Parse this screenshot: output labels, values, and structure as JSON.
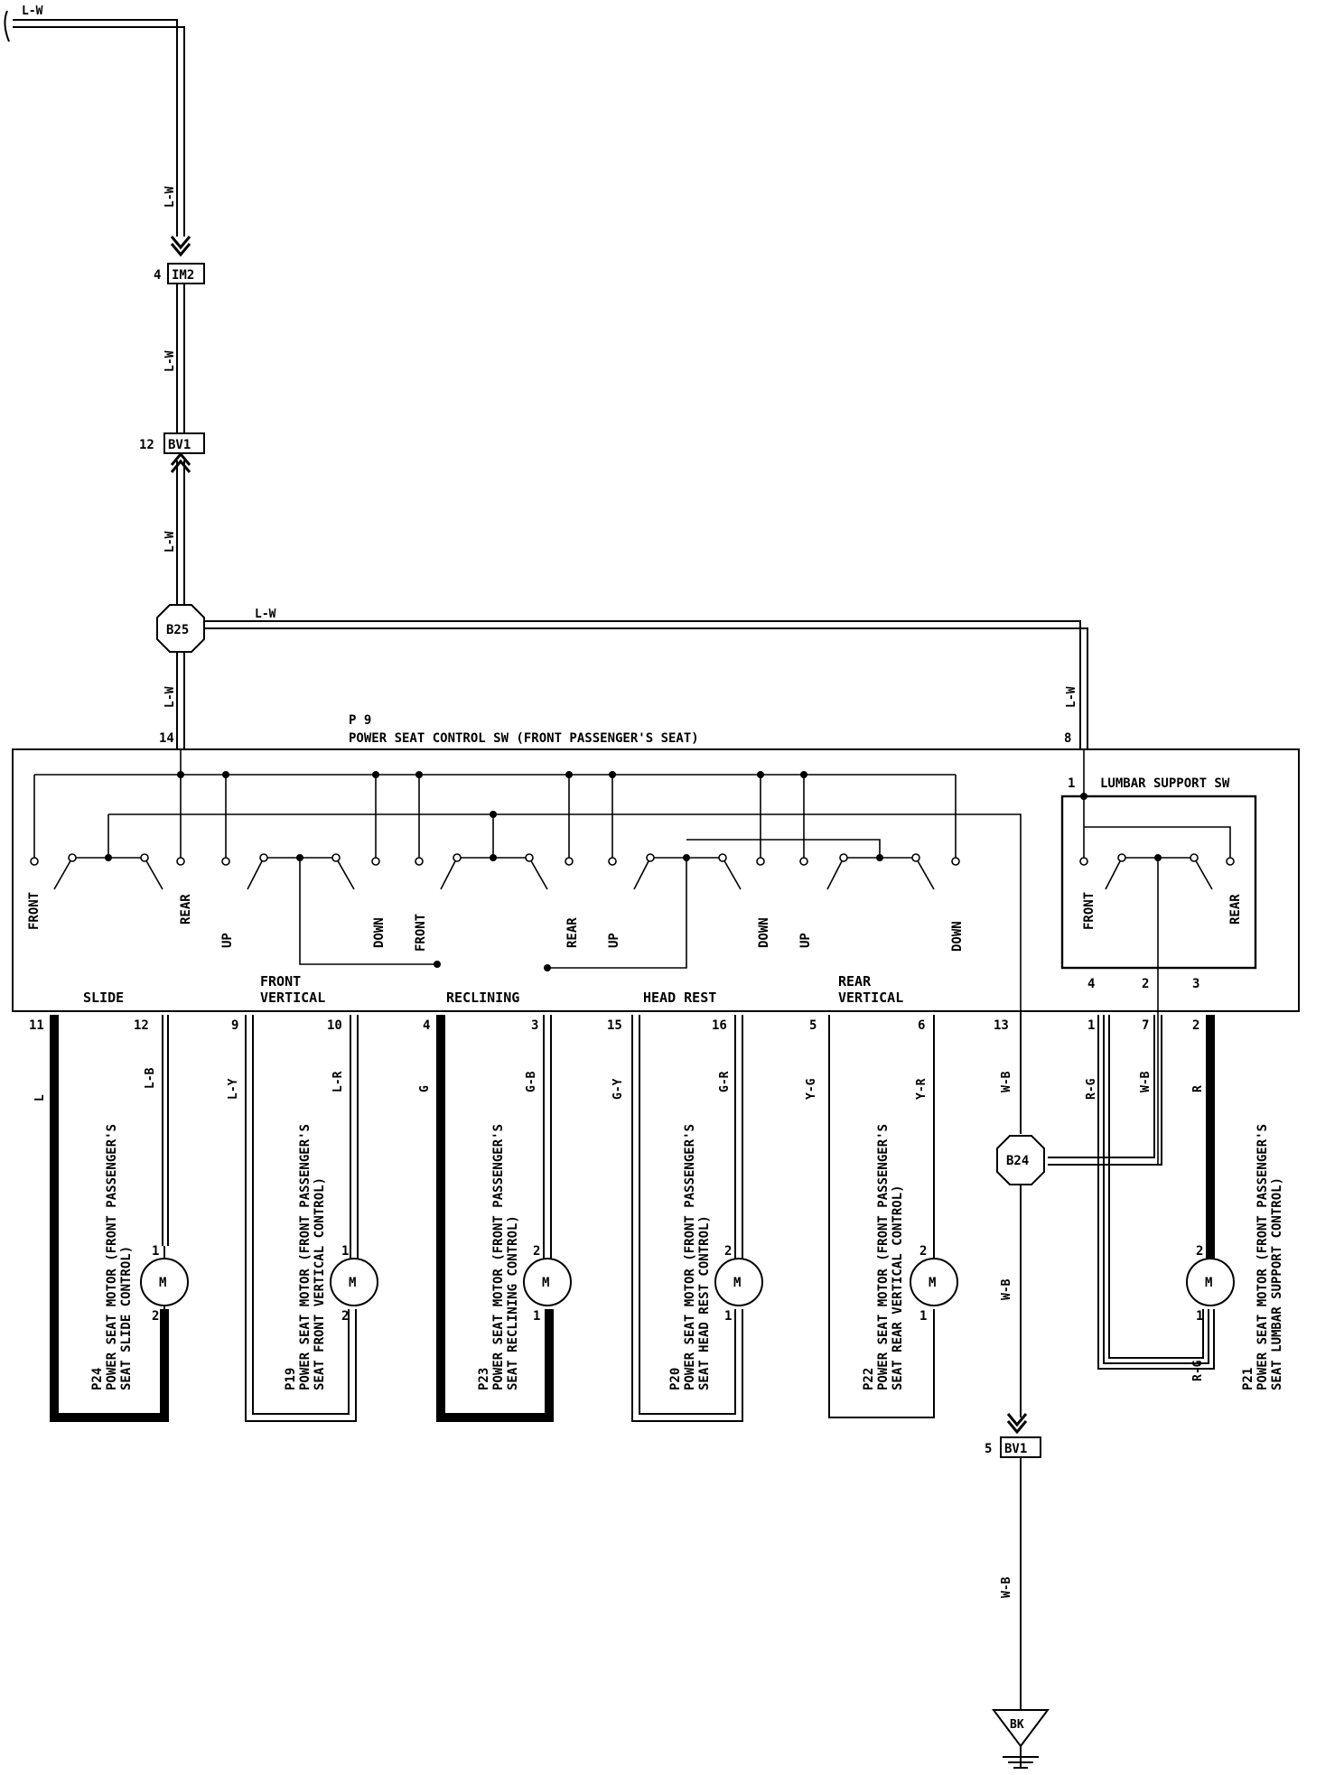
{
  "top_label": "L-W",
  "wire_labels": {
    "lw1": "L-W",
    "lw2": "L-W",
    "lw3": "L-W",
    "lw4": "L-W",
    "lw5": "L-W",
    "lw6": "L-W"
  },
  "connectors": {
    "im2": {
      "name": "IM2",
      "pin": "4"
    },
    "bv1_top": {
      "name": "BV1",
      "pin": "12"
    },
    "b25": {
      "name": "B25"
    },
    "b24": {
      "name": "B24"
    },
    "bv1_bottom": {
      "name": "BV1",
      "pin": "5"
    },
    "ground": {
      "name": "BK"
    }
  },
  "switch": {
    "id": "P 9",
    "title": "POWER SEAT CONTROL SW (FRONT PASSENGER'S SEAT)",
    "pin_left": "14",
    "pin_right": "8",
    "lumbar_pin": "1",
    "lumbar_title": "LUMBAR SUPPORT SW",
    "sections": {
      "slide": "SLIDE",
      "front_vertical_1": "FRONT",
      "front_vertical_2": "VERTICAL",
      "reclining": "RECLINING",
      "head_rest": "HEAD REST",
      "rear_vertical_1": "REAR",
      "rear_vertical_2": "VERTICAL"
    },
    "contact_labels": {
      "s_front": "FRONT",
      "s_rear": "REAR",
      "fv_up": "UP",
      "fv_down": "DOWN",
      "r_front": "FRONT",
      "r_rear": "REAR",
      "h_up": "UP",
      "h_down": "DOWN",
      "rv_up": "UP",
      "rv_down": "DOWN",
      "l_front": "FRONT",
      "l_rear": "REAR"
    },
    "lumbar_pins": {
      "p4": "4",
      "p2": "2",
      "p3": "3"
    }
  },
  "bottom_pins": {
    "p11": "11",
    "p12": "12",
    "p9": "9",
    "p10": "10",
    "p4": "4",
    "p3": "3",
    "p15": "15",
    "p16": "16",
    "p5": "5",
    "p6": "6",
    "p13": "13",
    "p1": "1",
    "p7": "7",
    "p2": "2"
  },
  "bottom_wires": {
    "w_l": "L",
    "w_lb": "L-B",
    "w_ly": "L-Y",
    "w_lr": "L-R",
    "w_g": "G",
    "w_gb": "G-B",
    "w_gy": "G-Y",
    "w_gr": "G-R",
    "w_yg": "Y-G",
    "w_yr": "Y-R",
    "w_wb": "W-B",
    "w_rg": "R-G",
    "w_wb2": "W-B",
    "w_r": "R",
    "w_wb3": "W-B",
    "w_wb4": "W-B",
    "w_rg2": "R-G"
  },
  "motors": {
    "p24": {
      "id": "P24",
      "line1": "POWER SEAT MOTOR (FRONT PASSENGER'S",
      "line2": "SEAT SLIDE CONTROL)",
      "pin_top": "1",
      "pin_bottom": "2",
      "symbol": "M"
    },
    "p19": {
      "id": "P19",
      "line1": "POWER SEAT MOTOR (FRONT PASSENGER'S",
      "line2": "SEAT FRONT VERTICAL CONTROL)",
      "pin_top": "1",
      "pin_bottom": "2",
      "symbol": "M"
    },
    "p23": {
      "id": "P23",
      "line1": "POWER SEAT MOTOR (FRONT PASSENGER'S",
      "line2": "SEAT RECLINING CONTROL)",
      "pin_top": "2",
      "pin_bottom": "1",
      "symbol": "M"
    },
    "p20": {
      "id": "P20",
      "line1": "POWER SEAT MOTOR (FRONT PASSENGER'S",
      "line2": "SEAT HEAD REST CONTROL)",
      "pin_top": "2",
      "pin_bottom": "1",
      "symbol": "M"
    },
    "p22": {
      "id": "P22",
      "line1": "POWER SEAT MOTOR (FRONT PASSENGER'S",
      "line2": "SEAT REAR VERTICAL CONTROL)",
      "pin_top": "2",
      "pin_bottom": "1",
      "symbol": "M"
    },
    "p21": {
      "id": "P21",
      "line1": "POWER SEAT MOTOR (FRONT PASSENGER'S",
      "line2": "SEAT LUMBAR SUPPORT CONTROL)",
      "pin_top": "2",
      "pin_bottom": "1",
      "symbol": "M"
    }
  }
}
